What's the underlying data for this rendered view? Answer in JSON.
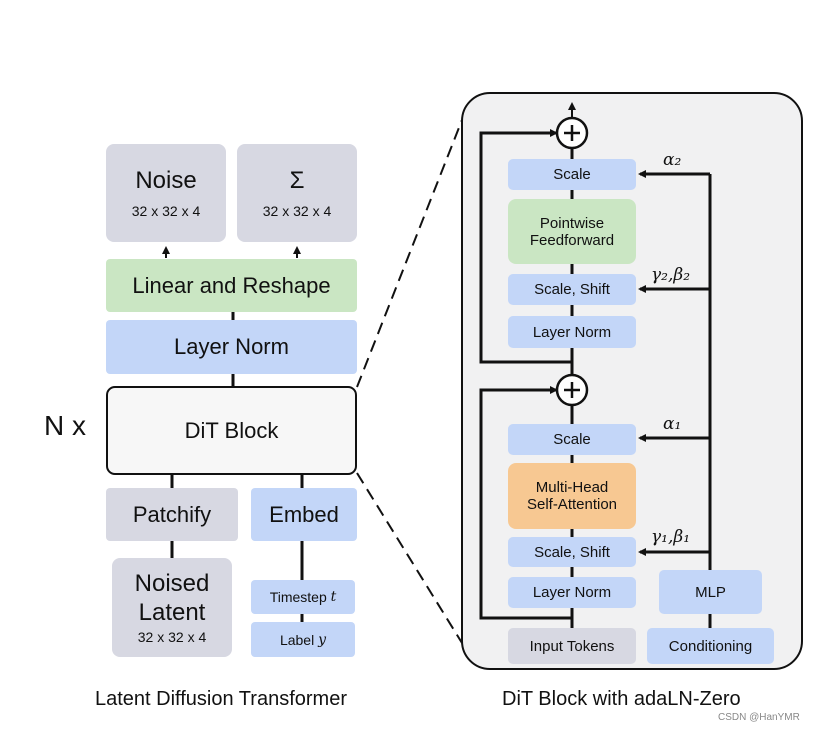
{
  "left": {
    "outputs": [
      {
        "label": "Noise",
        "dims": "32 x 32 x 4"
      },
      {
        "label": "Σ",
        "dims": "32 x 32 x 4"
      }
    ],
    "linear_reshape": "Linear and Reshape",
    "layer_norm": "Layer Norm",
    "dit_block": "DiT Block",
    "repeat": "N x",
    "patchify": "Patchify",
    "embed": "Embed",
    "noised_latent": {
      "line1": "Noised",
      "line2": "Latent",
      "dims": "32 x 32 x 4"
    },
    "timestep": {
      "text": "Timestep ",
      "var": "t"
    },
    "label": {
      "text": "Label ",
      "var": "y"
    },
    "caption": "Latent Diffusion Transformer"
  },
  "right": {
    "scale_top": "Scale",
    "pointwise_ff": {
      "line1": "Pointwise",
      "line2": "Feedforward"
    },
    "scale_shift_top": "Scale, Shift",
    "layer_norm_top": "Layer Norm",
    "scale_bottom": "Scale",
    "mhsa": {
      "line1": "Multi-Head",
      "line2": "Self-Attention"
    },
    "scale_shift_bottom": "Scale, Shift",
    "layer_norm_bottom": "Layer Norm",
    "mlp": "MLP",
    "input_tokens": "Input Tokens",
    "conditioning": "Conditioning",
    "alpha2": "α₂",
    "gamma2_beta2": "γ₂,β₂",
    "alpha1": "α₁",
    "gamma1_beta1": "γ₁,β₁",
    "caption": "DiT Block with adaLN-Zero"
  },
  "watermark": "CSDN @HanYMR"
}
